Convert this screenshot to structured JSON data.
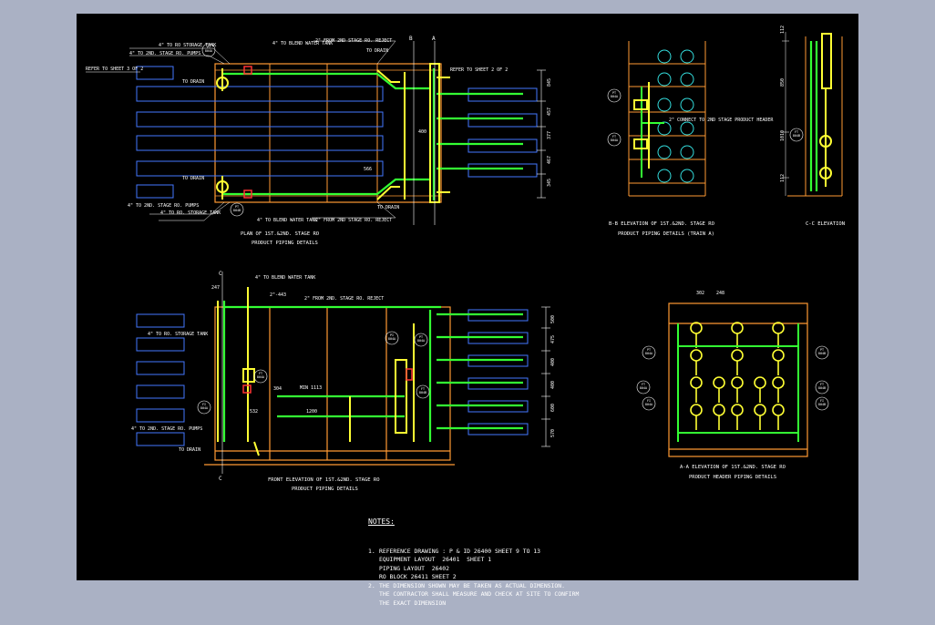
{
  "colors": {
    "background": "#000000",
    "frame": "#aab1c4",
    "pipe_green": "#33ff33",
    "pipe_yellow": "#ffff33",
    "outline_orange": "#ff9a33",
    "vessel_blue": "#4477ff",
    "cyan": "#33dddd",
    "red": "#ff3333",
    "text": "#ffffff"
  },
  "plan": {
    "title": "PLAN OF 1ST.&2ND. STAGE RO",
    "subtitle": "PRODUCT PIPING DETAILS",
    "labels": {
      "to_ro_storage_top": "4\" TO RO STORAGE TANK",
      "to_2nd_stage_top": "4\" TO 2ND. STAGE RO. PUMPS",
      "refer_left": "REFER TO SHEET 3 OF 2",
      "to_drain_1": "TO DRAIN",
      "to_blend_top": "4\" TO BLEND WATER TANK",
      "from_2nd_reject_top": "2\" FROM 2ND STAGE RO. REJECT",
      "to_drain_2": "TO DRAIN",
      "refer_right": "REFER TO SHEET 2 OF 2",
      "to_drain_3": "TO DRAIN",
      "to_2nd_stage_bottom": "4\" TO 2ND. STAGE RO. PUMPS",
      "to_ro_storage_bottom": "4\" TO RO. STORAGE TANK",
      "to_blend_bottom": "4\" TO BLEND WATER TANK",
      "from_2nd_reject_bottom": "2\" FROM 2ND STAGE RO. REJECT",
      "to_drain_4": "TO DRAIN",
      "section_b": "B",
      "section_a": "A",
      "dim_top": "400",
      "dim_bot": "566",
      "bubble_top": "PT\n804A",
      "bubble_bot": "PT\n804B"
    },
    "dims": [
      "845",
      "457",
      "377",
      "467",
      "345"
    ]
  },
  "bb": {
    "title": "B-B ELEVATION OF 1ST.&2ND. STAGE RO",
    "subtitle": "PRODUCT PIPING DETAILS (TRAIN A)",
    "note": "2\" CONNECT TO 2ND STAGE PRODUCT HEADER",
    "bubbles": [
      "PT\n804A",
      "FT\n804A"
    ]
  },
  "cc": {
    "title": "C-C ELEVATION",
    "dims": [
      "112",
      "850",
      "1010",
      "112"
    ],
    "bubbles": [
      "FT\n804B"
    ]
  },
  "front": {
    "title": "FRONT ELEVATION OF 1ST.&2ND. STAGE RO",
    "subtitle": "PRODUCT PIPING DETAILS",
    "labels": {
      "to_blend": "4\" TO BLEND WATER TANK",
      "from_2nd_reject": "2\" FROM 2ND. STAGE RO. REJECT",
      "to_ro_storage": "4\" TO RO. STORAGE TANK",
      "to_2nd_stage": "4\" TO 2ND. STAGE RO. PUMPS",
      "to_drain": "TO DRAIN",
      "dim_247": "247",
      "dim_1113": "MIN 1113",
      "dim_1200": "1200",
      "dim_304": "304",
      "dim_532": "532",
      "section_c_top": "C",
      "section_c_bot": "C",
      "elev_1": "2\"-443"
    },
    "dims": [
      "500",
      "475",
      "400",
      "400",
      "600",
      "570"
    ],
    "bubbles": [
      "PI\n804A",
      "FT\n804A",
      "FI\n804A",
      "PT\n804A",
      "FT\n804B"
    ]
  },
  "aa": {
    "title": "A-A ELEVATION OF 1ST.&2ND. STAGE RO",
    "subtitle": "PRODUCT HEADER PIPING DETAILS",
    "dims": [
      "302",
      "248"
    ],
    "bubbles": [
      "PT\n804A",
      "FT\n804A",
      "FI\n804A",
      "PT\n804B",
      "FT\n804B",
      "FI\n804B"
    ]
  },
  "notes": {
    "heading": "NOTES:",
    "items": [
      {
        "num": "1.",
        "lines": [
          "REFERENCE DRAWING : P & ID 26400 SHEET 9 TO 13",
          "EQUIPMENT LAYOUT  26401  SHEET 1",
          "PIPING LAYOUT  26402",
          "RO BLOCK 26411 SHEET 2"
        ]
      },
      {
        "num": "2.",
        "lines": [
          "THE DIMENSION SHOWN MAY BE TAKEN AS ACTUAL DIMENSION.",
          "THE CONTRACTOR SHALL MEASURE AND CHECK AT SITE TO CONFIRM",
          "THE EXACT DIMENSION"
        ]
      }
    ]
  }
}
